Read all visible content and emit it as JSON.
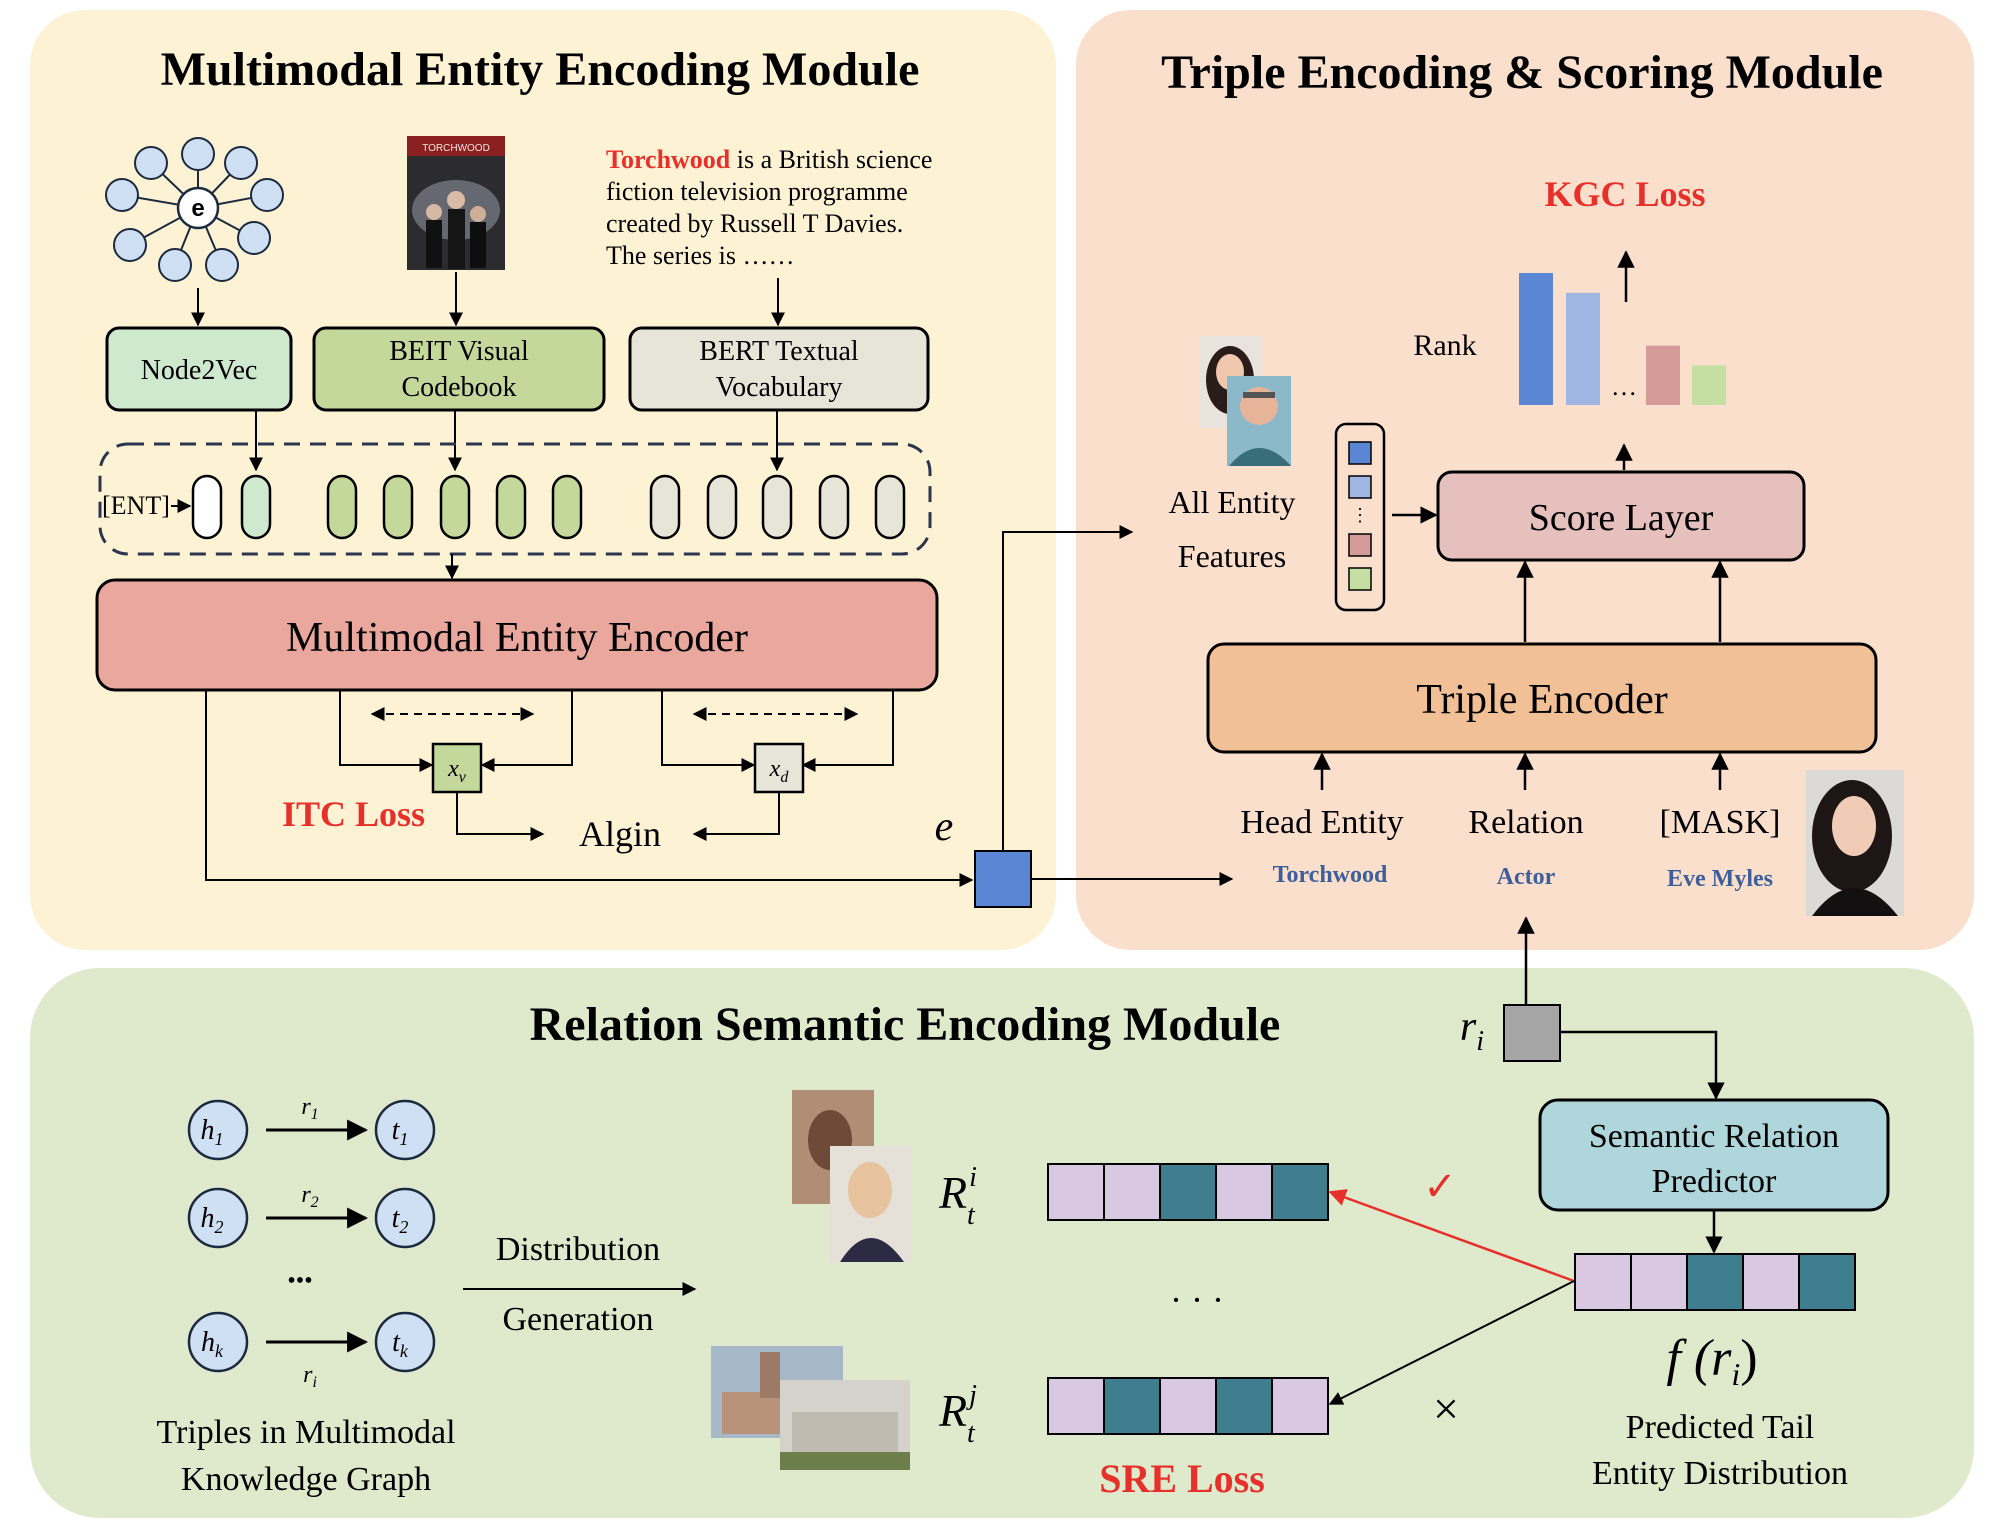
{
  "modules": {
    "mee_title": "Multimodal Entity Encoding Module",
    "tes_title": "Triple Encoding & Scoring Module",
    "rse_title": "Relation Semantic Encoding Module"
  },
  "mee": {
    "entity_node": "e",
    "description_highlight": "Torchwood",
    "description_line1": " is a British science",
    "description_line2": "fiction television programme",
    "description_line3": "created by Russell T Davies.",
    "description_line4": "The series is ……",
    "poster_label": "TORCHWOOD",
    "node2vec": "Node2Vec",
    "beit_line1": "BEIT Visual",
    "beit_line2": "Codebook",
    "bert_line1": "BERT Textual",
    "bert_line2": "Vocabulary",
    "ent_token": "[ENT]",
    "encoder": "Multimodal Entity Encoder",
    "xv": "x",
    "xv_sub": "v",
    "xd": "x",
    "xd_sub": "d",
    "itc_loss": "ITC Loss",
    "align": "Algin",
    "e_label": "e"
  },
  "tes": {
    "kgc_loss": "KGC Loss",
    "rank": "Rank",
    "ellipsis": "…",
    "all_entity_line1": "All Entity",
    "all_entity_line2": "Features",
    "score_layer": "Score Layer",
    "triple_encoder": "Triple Encoder",
    "head_entity": "Head Entity",
    "relation": "Relation",
    "mask": "[MASK]",
    "head_value": "Torchwood",
    "relation_value": "Actor",
    "mask_value": "Eve Myles"
  },
  "rse": {
    "ri": "r",
    "ri_sub": "i",
    "triples": [
      {
        "h": "h",
        "h_sub": "1",
        "r": "r",
        "r_sub": "1",
        "t": "t",
        "t_sub": "1"
      },
      {
        "h": "h",
        "h_sub": "2",
        "r": "r",
        "r_sub": "2",
        "t": "t",
        "t_sub": "2"
      },
      {
        "h": "h",
        "h_sub": "k",
        "r": "r",
        "r_sub": "i",
        "t": "t",
        "t_sub": "k"
      }
    ],
    "dots": "•••",
    "triples_caption_line1": "Triples in Multimodal",
    "triples_caption_line2": "Knowledge Graph",
    "dist_line1": "Distribution",
    "dist_line2": "Generation",
    "rti": "R",
    "rti_sub": "t",
    "rti_sup": "i",
    "rtj": "R",
    "rtj_sub": "t",
    "rtj_sup": "j",
    "middle_dots": "· · ·",
    "check": "✓",
    "cross": "×",
    "predictor_line1": "Semantic Relation",
    "predictor_line2": "Predictor",
    "f_ri": "f (r",
    "f_ri_sub": "i",
    "f_ri_close": ")",
    "pred_caption_line1": "Predicted Tail",
    "pred_caption_line2": "Entity Distribution",
    "sre_loss": "SRE Loss"
  },
  "colors": {
    "mee_bg": "#fdf3d4",
    "tes_bg": "#f9dfcc",
    "rse_bg": "#dfe9cc",
    "red_text": "#e8302a",
    "blue_text": "#3f5f9a",
    "node_fill": "#cfe0f4",
    "node2vec_fill": "#cfe9cf",
    "beit_fill": "#c5d89b",
    "bert_fill": "#e7e4d8",
    "encoder_fill": "#eaa79d",
    "triple_fill": "#f2c096",
    "score_fill": "#e5c0bd",
    "predictor_fill": "#aed6db",
    "lavender": "#d8c8e2",
    "teal": "#3f7e8e",
    "bar_blue": "#5a86d3",
    "bar_lightblue": "#9fb6e2",
    "bar_pink": "#d49b99",
    "bar_green": "#c5dea2",
    "gray_square": "#a6a6a6"
  },
  "rank_chart": {
    "values": [
      100,
      85,
      45,
      30
    ]
  },
  "distributions": {
    "predicted": [
      "lavender",
      "lavender",
      "teal",
      "lavender",
      "teal"
    ],
    "rti": [
      "lavender",
      "lavender",
      "teal",
      "lavender",
      "teal"
    ],
    "rtj": [
      "lavender",
      "teal",
      "lavender",
      "teal",
      "lavender"
    ]
  }
}
